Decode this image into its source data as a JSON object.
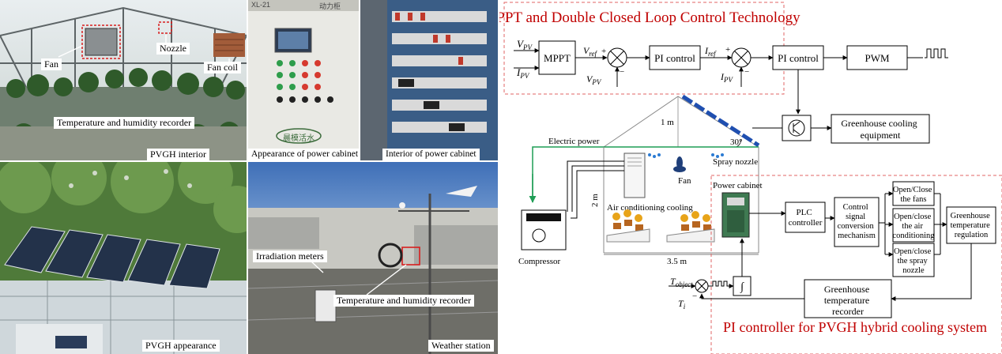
{
  "photos": {
    "interior": {
      "caption": "PVGH interior",
      "labels": {
        "fan": "Fan",
        "nozzle": "Nozzle",
        "fan_coil": "Fan coil",
        "recorder": "Temperature and humidity recorder"
      }
    },
    "cabinet_appearance": {
      "caption": "Appearance of power cabinet",
      "panel_text_left": "XL-21",
      "panel_text_right": "动力柜",
      "logo_text": "晨模活水"
    },
    "cabinet_interior": {
      "caption": "Interior of power cabinet"
    },
    "appearance": {
      "caption": "PVGH appearance"
    },
    "weather": {
      "caption": "Weather station",
      "label_irradiation": "Irradiation meters",
      "label_recorder": "Temperature and humidity recorder"
    }
  },
  "mppt": {
    "title": "MPPT and Double Closed Loop Control Technology",
    "in_v_main": "V",
    "in_v_sub": "PV",
    "in_i_main": "I",
    "in_i_sub": "PV",
    "mppt_block": "MPPT",
    "vref_main": "V",
    "vref_sub": "ref",
    "plus1": "+",
    "vpv_fb_main": "V",
    "vpv_fb_sub": "PV",
    "minus1": "−",
    "pi1": "PI control",
    "iref_main": "I",
    "iref_sub": "ref",
    "plus2": "+",
    "ipv_fb_main": "I",
    "ipv_fb_sub": "PV",
    "minus2": "−",
    "pi2": "PI control",
    "pwm": "PWM"
  },
  "house": {
    "electric_power": "Electric power",
    "height_1m": "1 m",
    "angle": "30°",
    "spray_nozzle": "Spray nozzle",
    "fan": "Fan",
    "height_2m": "2 m",
    "width": "3.5 m",
    "ac_cooling": "Air conditioning cooling",
    "power_cabinet": "Power cabinet",
    "compressor": "Compressor",
    "cooling_equipment": [
      "Greenhouse cooling",
      "equipment"
    ]
  },
  "pi_system": {
    "title": "PI controller for PVGH hybrid cooling system",
    "plc": [
      "PLC",
      "controller"
    ],
    "conversion": [
      "Control",
      "signal",
      "conversion",
      "mechanism"
    ],
    "fans": [
      "Open/Close",
      "the fans"
    ],
    "aircon": [
      "Open/close",
      "the air",
      "conditioning"
    ],
    "spray": [
      "Open/close",
      "the spray",
      "nozzle"
    ],
    "regulation": [
      "Greenhouse",
      "temperature",
      "regulation"
    ],
    "recorder": [
      "Greenhouse",
      "temperature",
      "recorder"
    ],
    "t_object_main": "T",
    "t_object_sub": "object",
    "t_i_main": "T",
    "t_i_sub": "i",
    "minus": "−",
    "integral": "∫"
  }
}
